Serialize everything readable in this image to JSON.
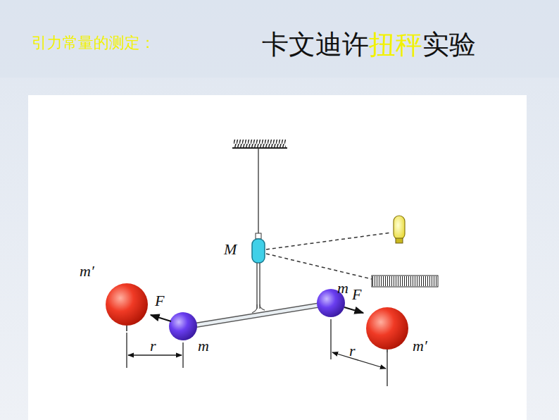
{
  "diagram": {
    "title": "卡文迪许扭秤实验",
    "labels": [
      "引力常量的测定：",
      "M",
      "m′",
      "F",
      "m",
      "m",
      "F",
      "m′",
      "r",
      "r"
    ]
  }
}
